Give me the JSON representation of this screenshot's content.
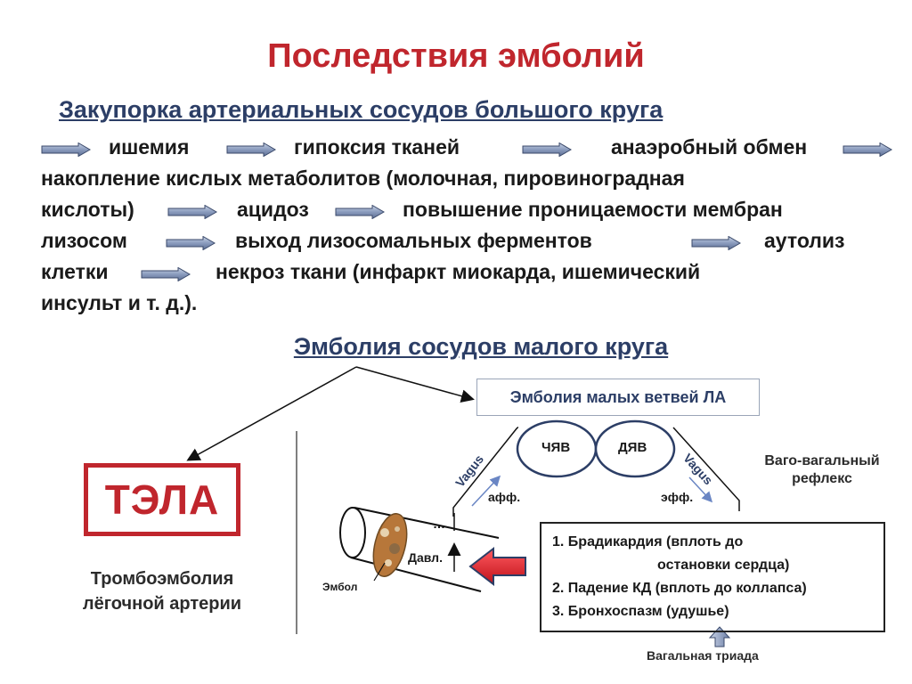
{
  "title": "Последствия эмболий",
  "section1": {
    "heading": "Закупорка артериальных сосудов большого круга",
    "lines": [
      [
        "ишемия",
        "гипоксия тканей",
        "анаэробный обмен"
      ],
      [
        "накопление кислых метаболитов  (молочная, пировиноградная"
      ],
      [
        "кислоты)",
        "ацидоз",
        "повышение проницаемости мембран"
      ],
      [
        "лизосом",
        "выход лизосомальных ферментов",
        "аутолиз"
      ],
      [
        "клетки",
        "некроз ткани  (инфаркт миокарда, ишемический"
      ],
      [
        "инсульт и т. д.)."
      ]
    ]
  },
  "section2": {
    "heading": "Эмболия сосудов малого круга",
    "small_branches": "Эмболия малых ветвей ЛА",
    "tela": "ТЭЛА",
    "tela_caption": [
      "Тромбоэмболия",
      "лёгочной артерии"
    ],
    "chyav": "ЧЯВ",
    "dyav": "ДЯВ",
    "vagus": "Vagus",
    "aff": "афф.",
    "eff": "эфф.",
    "davl": "Давл.",
    "embol": "Эмбол",
    "reflex": [
      "Ваго-вагальный",
      "рефлекс"
    ],
    "triad": {
      "items": [
        "1. Брадикардия (вплоть до",
        "остановки сердца)",
        "2. Падение КД (вплоть до коллапса)",
        "3. Бронхоспазм (удушье)"
      ],
      "caption": "Вагальная триада"
    }
  },
  "colors": {
    "title": "#c0262d",
    "heading": "#2c3e66",
    "arrow_fill": "#7d8fb0",
    "accent_red": "#e0202a",
    "embol": "#b7773a"
  },
  "icons": [
    "right-arrow-icon",
    "embolus-icon",
    "red-pressure-arrow-icon",
    "up-arrow-icon"
  ]
}
